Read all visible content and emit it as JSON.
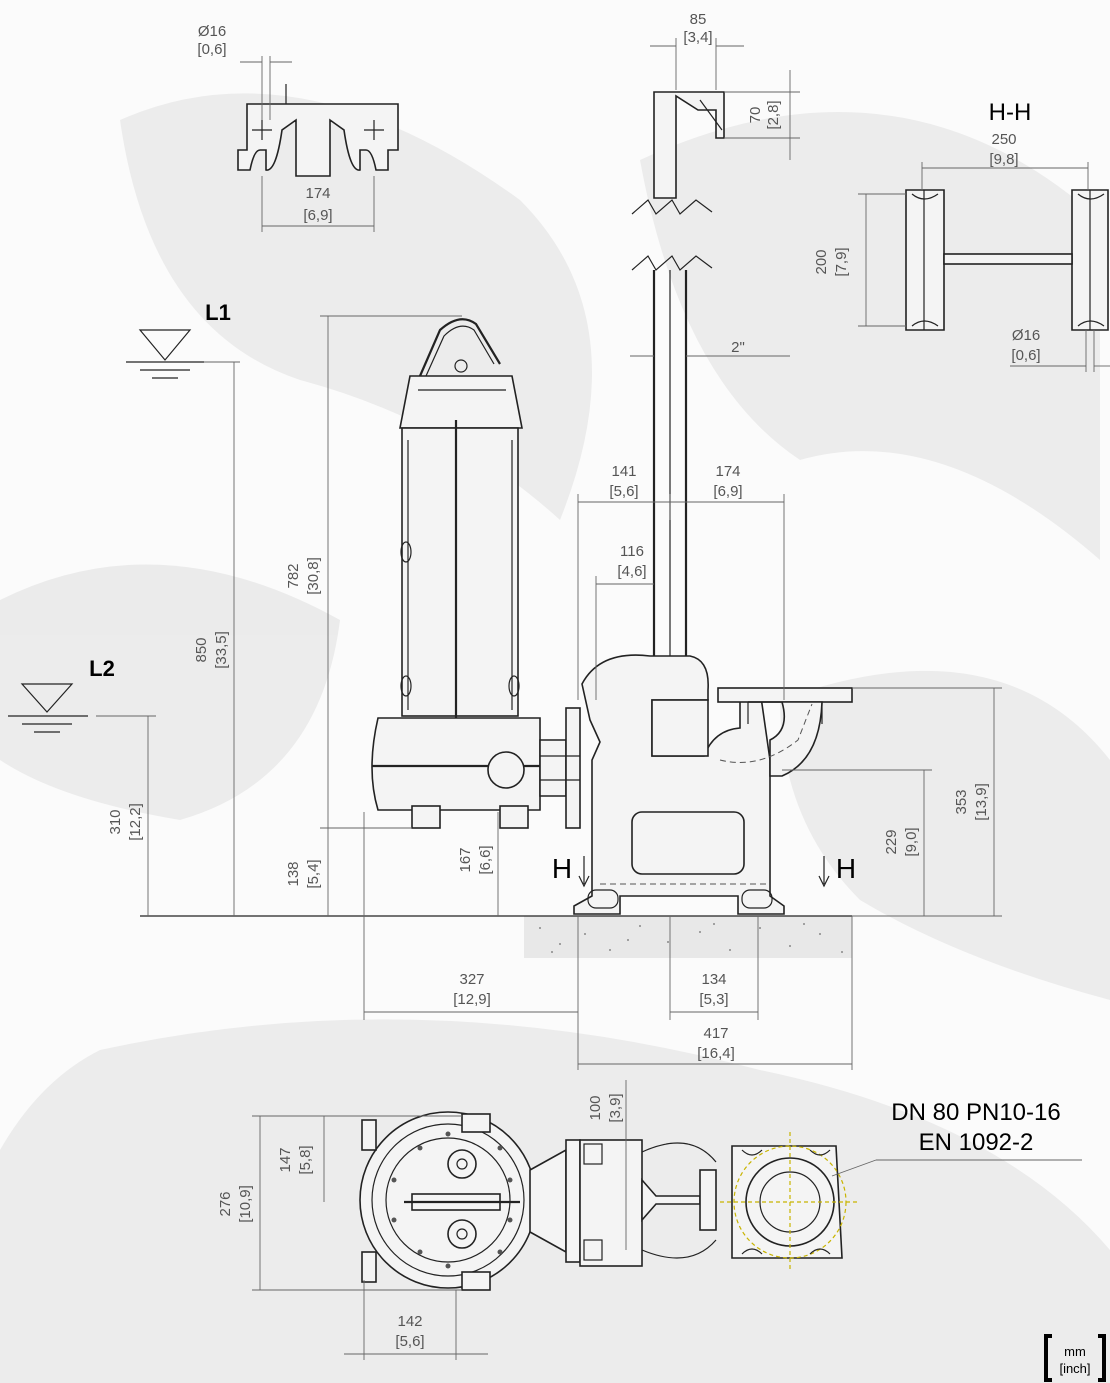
{
  "levels": {
    "l1": "L1",
    "l2": "L2"
  },
  "section": {
    "title": "H-H",
    "marker_left": "H",
    "marker_right": "H"
  },
  "pipe": {
    "size": "2\""
  },
  "flange": {
    "line1": "DN 80 PN10-16",
    "line2": "EN 1092-2"
  },
  "units": {
    "top": "mm",
    "bottom": "[inch]"
  },
  "dimensions": {
    "d16_top": {
      "mm": "Ø16",
      "in": "[0,6]"
    },
    "w174_top": {
      "mm": "174",
      "in": "[6,9]"
    },
    "w85": {
      "mm": "85",
      "in": "[3,4]"
    },
    "h70": {
      "mm": "70",
      "in": "[2,8]"
    },
    "w250": {
      "mm": "250",
      "in": "[9,8]"
    },
    "h200": {
      "mm": "200",
      "in": "[7,9]"
    },
    "d16_hh": {
      "mm": "Ø16",
      "in": "[0,6]"
    },
    "w141": {
      "mm": "141",
      "in": "[5,6]"
    },
    "w174_mid": {
      "mm": "174",
      "in": "[6,9]"
    },
    "w116": {
      "mm": "116",
      "in": "[4,6]"
    },
    "h782": {
      "mm": "782",
      "in": "[30,8]"
    },
    "h850": {
      "mm": "850",
      "in": "[33,5]"
    },
    "h310": {
      "mm": "310",
      "in": "[12,2]"
    },
    "h138": {
      "mm": "138",
      "in": "[5,4]"
    },
    "h167": {
      "mm": "167",
      "in": "[6,6]"
    },
    "h229": {
      "mm": "229",
      "in": "[9,0]"
    },
    "h353": {
      "mm": "353",
      "in": "[13,9]"
    },
    "w327": {
      "mm": "327",
      "in": "[12,9]"
    },
    "w134": {
      "mm": "134",
      "in": "[5,3]"
    },
    "w417": {
      "mm": "417",
      "in": "[16,4]"
    },
    "h100": {
      "mm": "100",
      "in": "[3,9]"
    },
    "h147": {
      "mm": "147",
      "in": "[5,8]"
    },
    "h276": {
      "mm": "276",
      "in": "[10,9]"
    },
    "w142": {
      "mm": "142",
      "in": "[5,6]"
    }
  }
}
